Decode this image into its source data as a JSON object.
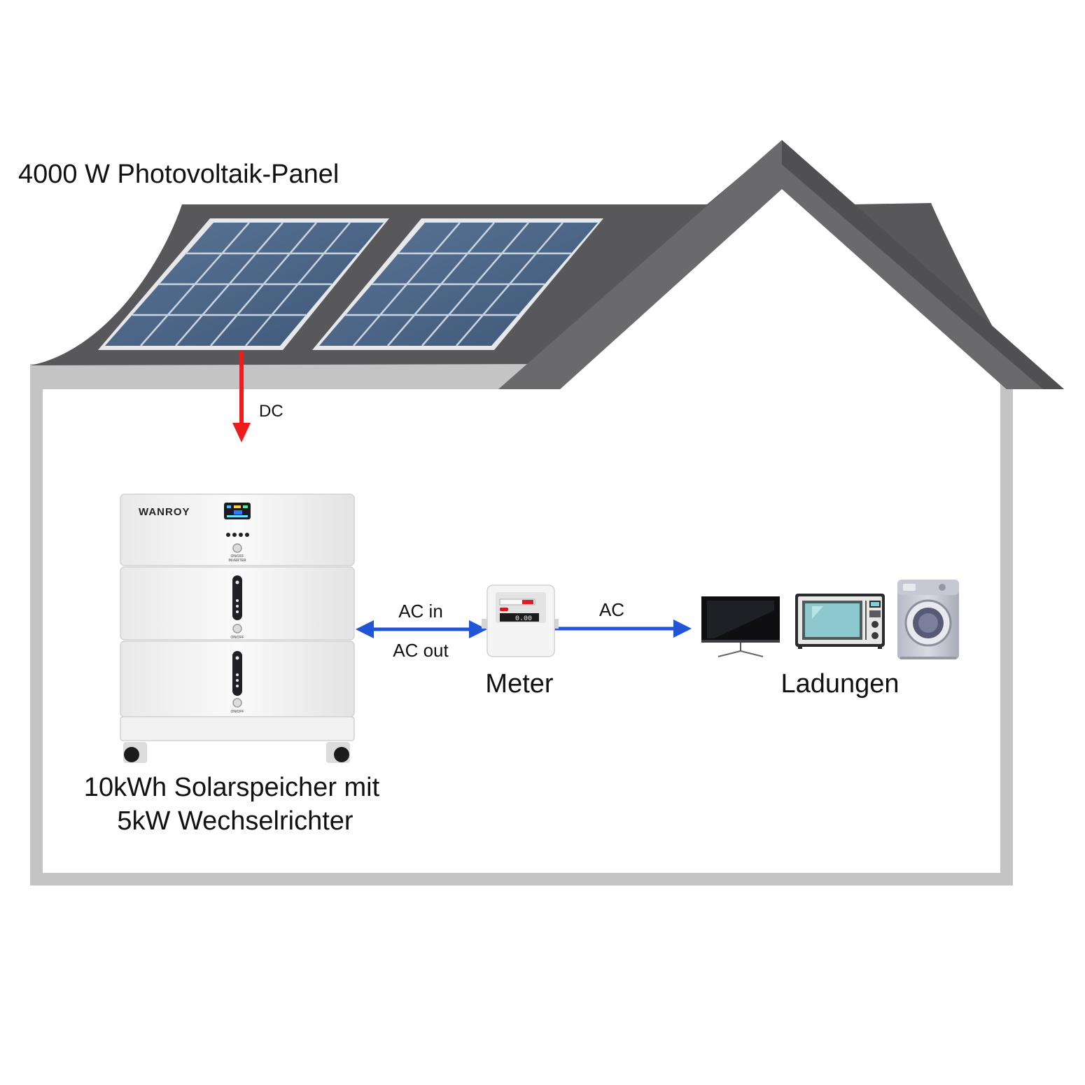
{
  "labels": {
    "panel_title": "4000 W Photovoltaik-Panel",
    "dc": "DC",
    "ac_in": "AC in",
    "ac_out": "AC out",
    "ac": "AC",
    "meter": "Meter",
    "loads": "Ladungen",
    "storage_line1": "10kWh Solarspeicher mit",
    "storage_line2": "5kW Wechselrichter"
  },
  "device": {
    "brand": "WANROY",
    "inverter_button": "ON/OFF\nINVERTER",
    "module_button": "ON/OFF",
    "meter_display": "0.00"
  },
  "colors": {
    "roof": "#5a5a5c",
    "roof_ridge": "#6e6e70",
    "wall": "#c4c4c4",
    "panel": "#4c6585",
    "panel_frame": "#e6e8ec",
    "dc_arrow": "#ee1c1c",
    "ac_arrow": "#1f55d6"
  },
  "icons": [
    "solar-panel-icon",
    "battery-storage-icon",
    "electricity-meter-icon",
    "tv-icon",
    "microwave-icon",
    "washing-machine-icon"
  ]
}
